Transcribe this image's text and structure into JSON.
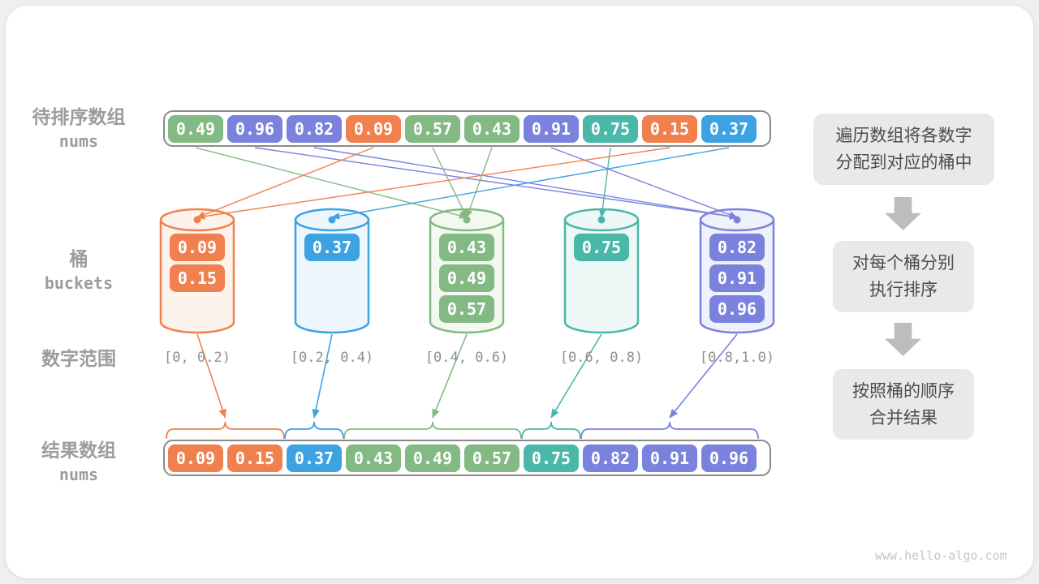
{
  "palette": {
    "orange": "#f0814e",
    "blue": "#3da2e2",
    "green": "#83b983",
    "teal": "#49b8a8",
    "purple": "#7b82dd",
    "bucket_fills": {
      "orange": "#fdf3ec",
      "blue": "#edf6fc",
      "green": "#f3f8f1",
      "teal": "#edf7f5",
      "purple": "#eff1fb"
    },
    "container_border": "#8a8a8a",
    "label_gray": "#9c9c9c",
    "range_gray": "#8f8f8f",
    "step_box_bg": "#e9e9e9",
    "step_text": "#4c4c4c",
    "step_arrow_gray": "#bdbdbd",
    "watermark_gray": "#c6c6c6"
  },
  "labels": {
    "input_line1": "待排序数组",
    "input_line2": "nums",
    "buckets_line1": "桶",
    "buckets_line2": "buckets",
    "range": "数字范围",
    "result_line1": "结果数组",
    "result_line2": "nums"
  },
  "input_array": [
    {
      "value": "0.49",
      "color": "green",
      "bucket": 2
    },
    {
      "value": "0.96",
      "color": "purple",
      "bucket": 4
    },
    {
      "value": "0.82",
      "color": "purple",
      "bucket": 4
    },
    {
      "value": "0.09",
      "color": "orange",
      "bucket": 0
    },
    {
      "value": "0.57",
      "color": "green",
      "bucket": 2
    },
    {
      "value": "0.43",
      "color": "green",
      "bucket": 2
    },
    {
      "value": "0.91",
      "color": "purple",
      "bucket": 4
    },
    {
      "value": "0.75",
      "color": "teal",
      "bucket": 3
    },
    {
      "value": "0.15",
      "color": "orange",
      "bucket": 0
    },
    {
      "value": "0.37",
      "color": "blue",
      "bucket": 1
    }
  ],
  "buckets": [
    {
      "color": "orange",
      "values": [
        "0.09",
        "0.15"
      ],
      "range": "[0, 0.2)"
    },
    {
      "color": "blue",
      "values": [
        "0.37"
      ],
      "range": "[0.2, 0.4)"
    },
    {
      "color": "green",
      "values": [
        "0.43",
        "0.49",
        "0.57"
      ],
      "range": "[0.4, 0.6)"
    },
    {
      "color": "teal",
      "values": [
        "0.75"
      ],
      "range": "[0.6, 0.8)"
    },
    {
      "color": "purple",
      "values": [
        "0.82",
        "0.91",
        "0.96"
      ],
      "range": "[0.8,1.0)"
    }
  ],
  "result_groups": [
    {
      "color": "orange",
      "values": [
        "0.09",
        "0.15"
      ]
    },
    {
      "color": "blue",
      "values": [
        "0.37"
      ]
    },
    {
      "color": "green",
      "values": [
        "0.43",
        "0.49",
        "0.57"
      ]
    },
    {
      "color": "teal",
      "values": [
        "0.75"
      ]
    },
    {
      "color": "purple",
      "values": [
        "0.82",
        "0.91",
        "0.96"
      ]
    }
  ],
  "steps": [
    {
      "line1": "遍历数组将各数字",
      "line2": "分配到对应的桶中"
    },
    {
      "line1": "对每个桶分别",
      "line2": "执行排序"
    },
    {
      "line1": "按照桶的顺序",
      "line2": "合并结果"
    }
  ],
  "watermark": "www.hello-algo.com"
}
